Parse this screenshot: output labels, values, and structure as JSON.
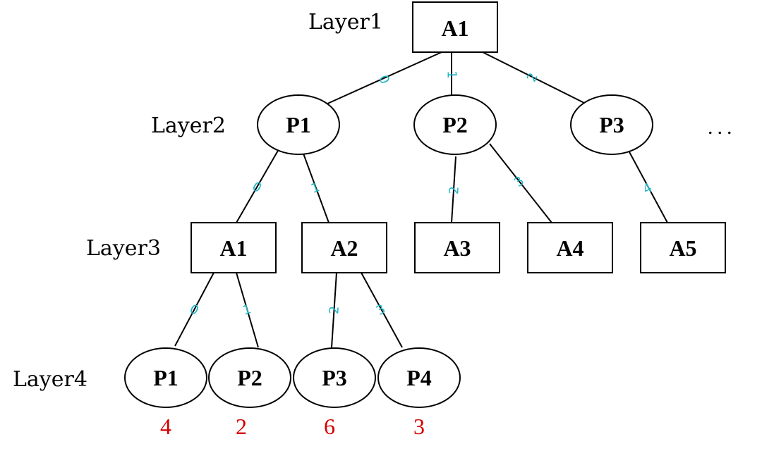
{
  "layers": {
    "layer1": "Layer1",
    "layer2": "Layer2",
    "layer3": "Layer3",
    "layer4": "Layer4"
  },
  "root": {
    "label": "A1"
  },
  "layer2_nodes": [
    {
      "label": "P1"
    },
    {
      "label": "P2"
    },
    {
      "label": "P3"
    }
  ],
  "layer2_more": "...",
  "layer3_nodes": [
    {
      "label": "A1"
    },
    {
      "label": "A2"
    },
    {
      "label": "A3"
    },
    {
      "label": "A4"
    },
    {
      "label": "A5"
    }
  ],
  "layer4_nodes": [
    {
      "label": "P1",
      "score": "4"
    },
    {
      "label": "P2",
      "score": "2"
    },
    {
      "label": "P3",
      "score": "6"
    },
    {
      "label": "P4",
      "score": "3"
    }
  ],
  "edges": {
    "root_to_p1": "0",
    "root_to_p2": "1",
    "root_to_p3": "2",
    "p1_to_a1": "0",
    "p1_to_a2": "1",
    "p2_to_a3": "2",
    "p2_to_a4": "3",
    "p3_to_a5": "4",
    "a1_to_p1": "0",
    "a1_to_p2": "1",
    "a2_to_p3": "2",
    "a2_to_p4": "3"
  },
  "colors": {
    "edge_label": "#1fb7c8",
    "leaf_score": "#d40000"
  }
}
